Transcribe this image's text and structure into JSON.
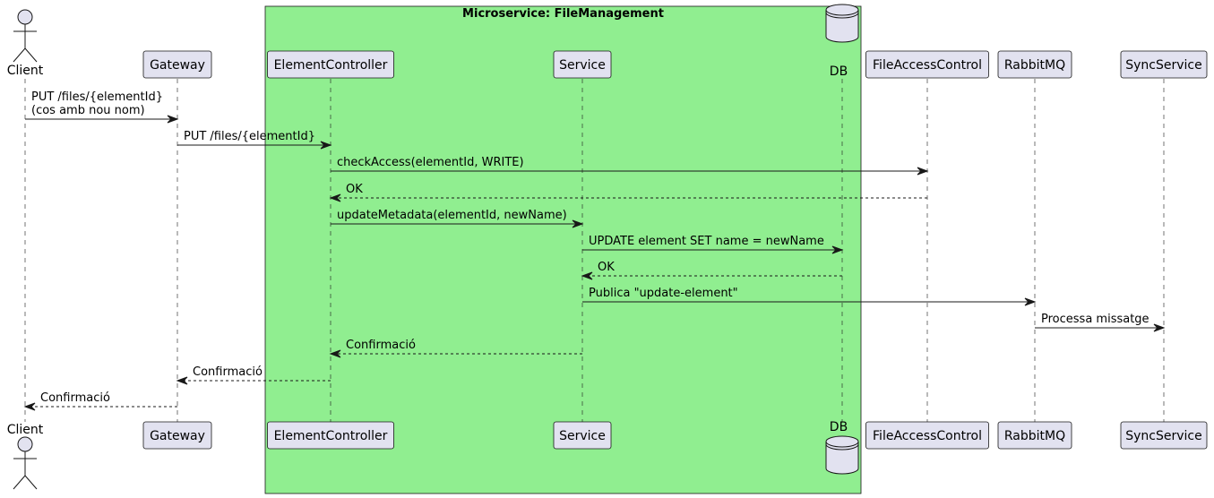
{
  "group": {
    "title": "Microservice: FileManagement",
    "color": "#90EE90"
  },
  "participants": [
    {
      "id": "client",
      "label": "Client",
      "kind": "actor"
    },
    {
      "id": "gateway",
      "label": "Gateway",
      "kind": "participant"
    },
    {
      "id": "element_controller",
      "label": "ElementController",
      "kind": "participant"
    },
    {
      "id": "service",
      "label": "Service",
      "kind": "participant"
    },
    {
      "id": "db",
      "label": "DB",
      "kind": "database"
    },
    {
      "id": "file_access_control",
      "label": "FileAccessControl",
      "kind": "participant"
    },
    {
      "id": "rabbitmq",
      "label": "RabbitMQ",
      "kind": "participant"
    },
    {
      "id": "sync_service",
      "label": "SyncService",
      "kind": "participant"
    }
  ],
  "messages": [
    {
      "from": "client",
      "to": "gateway",
      "lines": [
        "PUT /files/{elementId}",
        "(cos amb nou nom)"
      ],
      "style": "solid"
    },
    {
      "from": "gateway",
      "to": "element_controller",
      "lines": [
        "PUT /files/{elementId}"
      ],
      "style": "solid"
    },
    {
      "from": "element_controller",
      "to": "file_access_control",
      "lines": [
        "checkAccess(elementId, WRITE)"
      ],
      "style": "solid"
    },
    {
      "from": "file_access_control",
      "to": "element_controller",
      "lines": [
        "OK"
      ],
      "style": "dashed"
    },
    {
      "from": "element_controller",
      "to": "service",
      "lines": [
        "updateMetadata(elementId, newName)"
      ],
      "style": "solid"
    },
    {
      "from": "service",
      "to": "db",
      "lines": [
        "UPDATE element SET name = newName"
      ],
      "style": "solid"
    },
    {
      "from": "db",
      "to": "service",
      "lines": [
        "OK"
      ],
      "style": "dashed"
    },
    {
      "from": "service",
      "to": "rabbitmq",
      "lines": [
        "Publica \"update-element\""
      ],
      "style": "solid"
    },
    {
      "from": "rabbitmq",
      "to": "sync_service",
      "lines": [
        "Processa missatge"
      ],
      "style": "solid"
    },
    {
      "from": "service",
      "to": "element_controller",
      "lines": [
        "Confirmació"
      ],
      "style": "dashed"
    },
    {
      "from": "element_controller",
      "to": "gateway",
      "lines": [
        "Confirmació"
      ],
      "style": "dashed"
    },
    {
      "from": "gateway",
      "to": "client",
      "lines": [
        "Confirmació"
      ],
      "style": "dashed"
    }
  ]
}
